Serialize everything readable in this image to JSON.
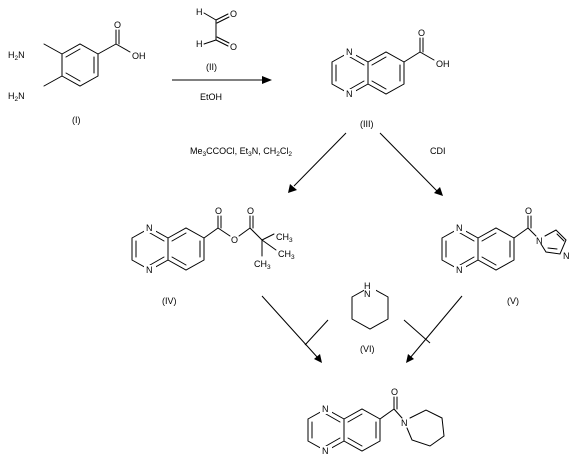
{
  "labels": {
    "c1": "(I)",
    "c2": "(II)",
    "c3": "(III)",
    "c4": "(IV)",
    "c5": "(V)",
    "c6": "(VI)"
  },
  "reagents": {
    "step1_bottom": "EtOH",
    "step2_left_a": "Me",
    "step2_left_b": "3",
    "step2_left_c": "CCOCl, Et",
    "step2_left_d": "3",
    "step2_left_e": "N, CH",
    "step2_left_f": "2",
    "step2_left_g": "Cl",
    "step2_left_h": "2",
    "step2_right": "CDI"
  },
  "atoms": {
    "h2n_top": "H",
    "h2n_top_2": "2",
    "h2n_top_n": "N",
    "h2n_bot": "H",
    "h2n_bot_2": "2",
    "h2n_bot_n": "N",
    "oh": "OH",
    "o": "O",
    "n": "N",
    "h": "H",
    "ch3": "CH",
    "ch3_sub": "3"
  }
}
